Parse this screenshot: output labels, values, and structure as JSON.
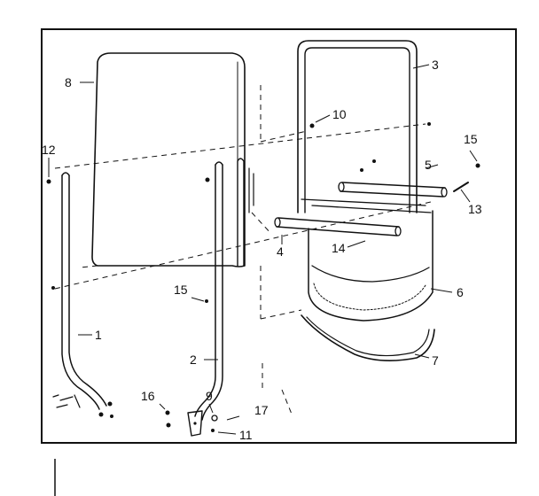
{
  "diagram": {
    "title": "",
    "callouts": [
      {
        "id": "1",
        "text": "1"
      },
      {
        "id": "2",
        "text": "2"
      },
      {
        "id": "3",
        "text": "3"
      },
      {
        "id": "4",
        "text": "4"
      },
      {
        "id": "5",
        "text": "5"
      },
      {
        "id": "6",
        "text": "6"
      },
      {
        "id": "7",
        "text": "7"
      },
      {
        "id": "8",
        "text": "8"
      },
      {
        "id": "9",
        "text": "9"
      },
      {
        "id": "10",
        "text": "10"
      },
      {
        "id": "11",
        "text": "11"
      },
      {
        "id": "12",
        "text": "12"
      },
      {
        "id": "13",
        "text": "13"
      },
      {
        "id": "14",
        "text": "14"
      },
      {
        "id": "15a",
        "text": "15"
      },
      {
        "id": "15b",
        "text": "15"
      },
      {
        "id": "16",
        "text": "16"
      },
      {
        "id": "17",
        "text": "17"
      }
    ],
    "colors": {
      "ink": "#111111",
      "paper": "#ffffff"
    }
  }
}
